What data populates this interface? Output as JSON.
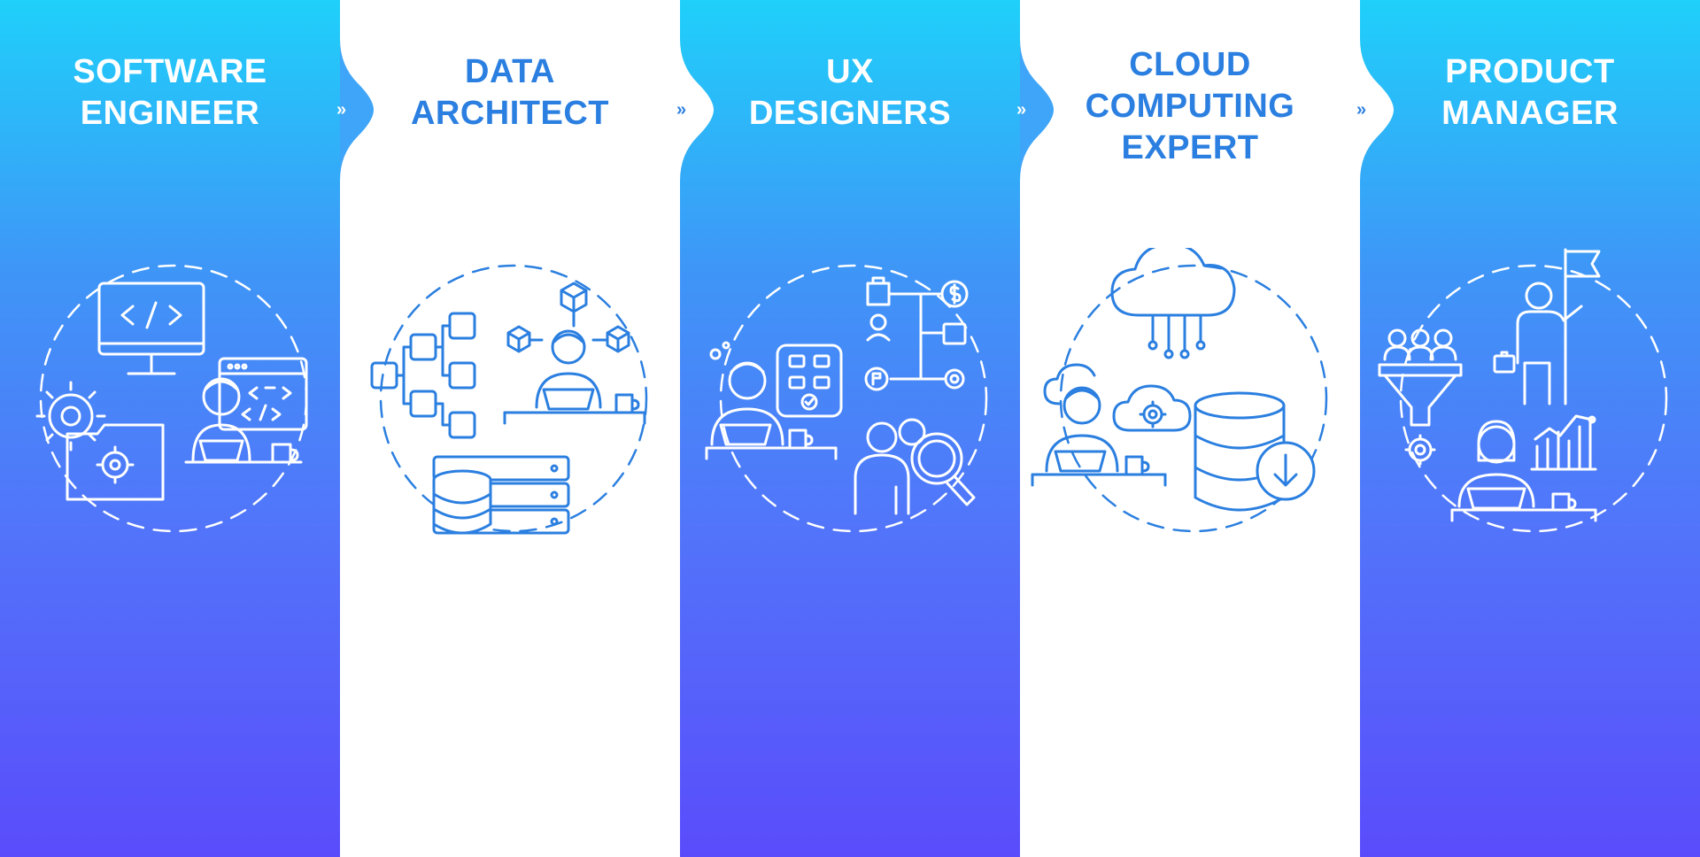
{
  "panels": [
    {
      "title_lines": [
        "SOFTWARE",
        "ENGINEER"
      ],
      "theme": "blue",
      "icon": "software-engineer-illustration"
    },
    {
      "title_lines": [
        "DATA",
        "ARCHITECT"
      ],
      "theme": "white",
      "icon": "data-architect-illustration"
    },
    {
      "title_lines": [
        "UX",
        "DESIGNERS"
      ],
      "theme": "blue",
      "icon": "ux-designers-illustration"
    },
    {
      "title_lines": [
        "CLOUD",
        "COMPUTING",
        "EXPERT"
      ],
      "theme": "white",
      "icon": "cloud-computing-expert-illustration"
    },
    {
      "title_lines": [
        "PRODUCT",
        "MANAGER"
      ],
      "theme": "blue",
      "icon": "product-manager-illustration"
    }
  ],
  "separator_glyph": "»",
  "colors": {
    "gradient_top": "#1fd0fa",
    "gradient_mid": "#3f95f7",
    "gradient_bottom": "#5a4cfb",
    "accent_blue": "#2b7fe0",
    "white": "#ffffff"
  }
}
